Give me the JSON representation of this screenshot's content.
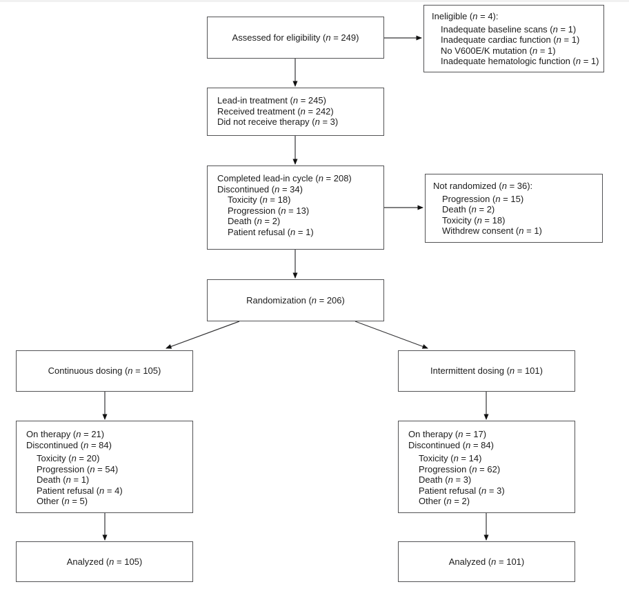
{
  "colors": {
    "box_border": "#525254",
    "connector": "#333335",
    "text": "#1b1b1b",
    "page_top_edge": "#f1f1f1"
  },
  "boxes": {
    "assessed": {
      "text": "Assessed for eligibility (n = 249)"
    },
    "ineligible": {
      "lines": [
        "Ineligible (n = 4):",
        "Inadequate baseline scans (n = 1)",
        "Inadequate cardiac function (n = 1)",
        "No V600E/K mutation (n = 1)",
        "Inadequate hematologic function (n = 1)"
      ]
    },
    "lead_in": {
      "lines": [
        "Lead-in treatment (n = 245)",
        "Received treatment (n = 242)",
        "Did not receive therapy (n = 3)"
      ]
    },
    "completed": {
      "lines": [
        "Completed lead-in cycle (n = 208)",
        "Discontinued (n = 34)",
        "Toxicity (n = 18)",
        "Progression (n = 13)",
        "Death (n = 2)",
        "Patient refusal (n = 1)"
      ]
    },
    "not_randomized": {
      "lines": [
        "Not randomized (n = 36):",
        "Progression (n = 15)",
        "Death (n = 2)",
        "Toxicity (n = 18)",
        "Withdrew consent (n = 1)"
      ]
    },
    "randomization": {
      "text": "Randomization (n = 206)"
    },
    "continuous": {
      "text": "Continuous dosing (n = 105)"
    },
    "intermittent": {
      "text": "Intermittent dosing (n = 101)"
    },
    "on_therapy_continuous": {
      "lines": [
        "On therapy (n = 21)",
        "Discontinued (n = 84)",
        "Toxicity (n = 20)",
        "Progression (n = 54)",
        "Death (n = 1)",
        "Patient refusal (n = 4)",
        "Other (n = 5)"
      ]
    },
    "on_therapy_intermittent": {
      "lines": [
        "On therapy (n = 17)",
        "Discontinued (n = 84)",
        "Toxicity (n = 14)",
        "Progression (n = 62)",
        "Death (n = 3)",
        "Patient refusal (n = 3)",
        "Other (n = 2)"
      ]
    },
    "analyzed_continuous": {
      "text": "Analyzed (n = 105)"
    },
    "analyzed_intermittent": {
      "text": "Analyzed (n = 101)"
    }
  },
  "edges": [
    {
      "from": "assessed",
      "to": "ineligible"
    },
    {
      "from": "assessed",
      "to": "lead_in"
    },
    {
      "from": "lead_in",
      "to": "completed"
    },
    {
      "from": "completed",
      "to": "not_randomized"
    },
    {
      "from": "completed",
      "to": "randomization"
    },
    {
      "from": "randomization",
      "to": "continuous"
    },
    {
      "from": "randomization",
      "to": "intermittent"
    },
    {
      "from": "continuous",
      "to": "on_therapy_continuous"
    },
    {
      "from": "intermittent",
      "to": "on_therapy_intermittent"
    },
    {
      "from": "on_therapy_continuous",
      "to": "analyzed_continuous"
    },
    {
      "from": "on_therapy_intermittent",
      "to": "analyzed_intermittent"
    }
  ]
}
